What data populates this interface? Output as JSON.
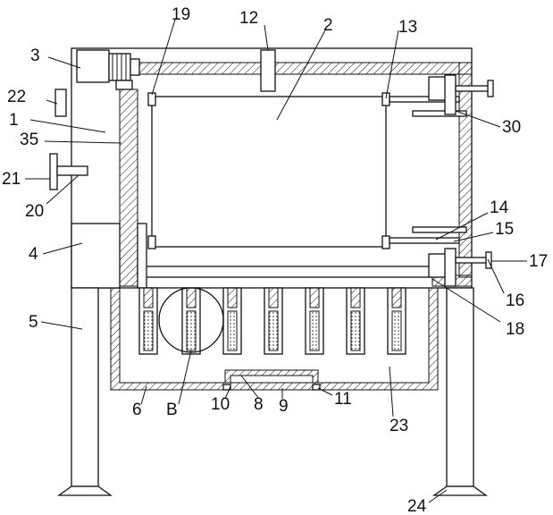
{
  "labels": {
    "l19": "19",
    "l12": "12",
    "l2": "2",
    "l13": "13",
    "l3": "3",
    "l22": "22",
    "l1": "1",
    "l35": "35",
    "l30": "30",
    "l21": "21",
    "l20": "20",
    "l14": "14",
    "l15": "15",
    "l4": "4",
    "l17": "17",
    "l16": "16",
    "l5": "5",
    "l18": "18",
    "l6": "6",
    "lB": "B",
    "l10": "10",
    "l8": "8",
    "l9": "9",
    "l11": "11",
    "l23": "23",
    "l24": "24"
  },
  "colors": {
    "stroke": "#111111",
    "background": "#ffffff"
  }
}
